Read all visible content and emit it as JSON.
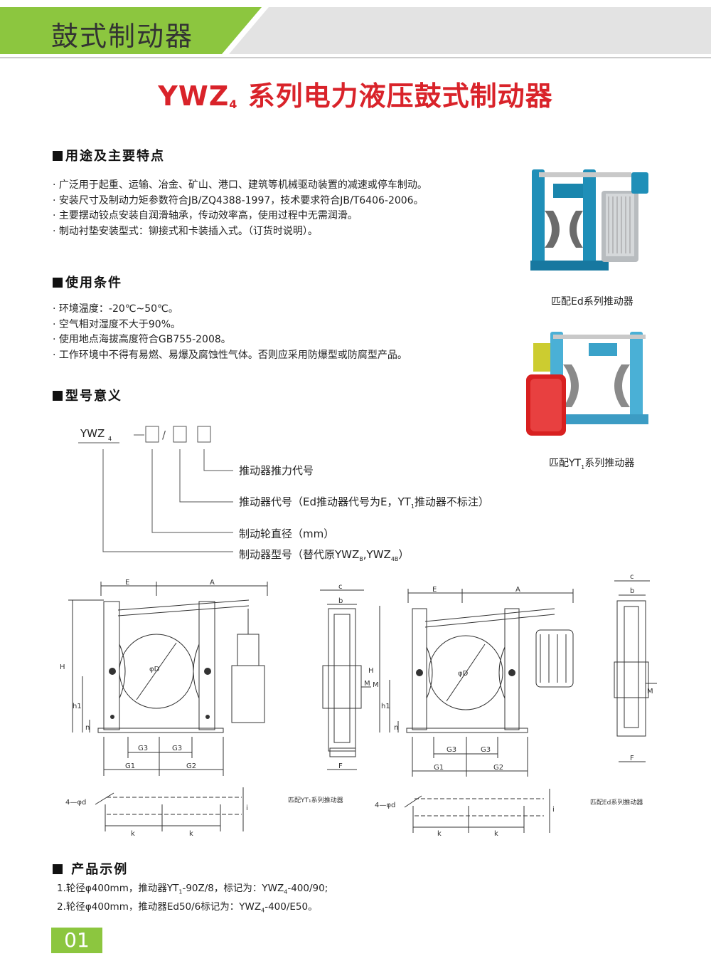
{
  "header": {
    "title": "鼓式制动器"
  },
  "main_title": {
    "text": "YWZ",
    "subscript": "4",
    "suffix": "系列电力液压鼓式制动器"
  },
  "sections": {
    "features": {
      "heading": "用途及主要特点",
      "items": [
        "· 广泛用于起重、运输、冶金、矿山、港口、建筑等机械驱动装置的减速或停车制动。",
        "· 安装尺寸及制动力矩参数符合JB/ZQ4388-1997，技术要求符合JB/T6406-2006。",
        "· 主要摆动铰点安装自润滑轴承，传动效率高，使用过程中无需润滑。",
        "· 制动衬垫安装型式：铆接式和卡装插入式。（订货时说明）。"
      ]
    },
    "conditions": {
      "heading": "使用条件",
      "items": [
        "· 环境温度：-20℃~50℃。",
        "· 空气相对湿度不大于90%。",
        "· 使用地点海拔高度符合GB755-2008。",
        "· 工作环境中不得有易燃、易爆及腐蚀性气体。否则应采用防爆型或防腐型产品。"
      ]
    },
    "model": {
      "heading": "型号意义",
      "code": "YWZ",
      "code_sub": "4",
      "dash": "—",
      "slash": "/",
      "legend": [
        "推动器推力代号",
        "推动器代号（Ed推动器代号为E，YT",
        "制动轮直径（mm）",
        "制动器型号（替代原YWZ"
      ],
      "legend_tail_1": "推动器不标注）",
      "legend_tail_1_sub": "1",
      "legend_tail_3_a": ",YWZ",
      "legend_tail_3_sub_a": "B",
      "legend_tail_3_sub_b": "4B",
      "legend_tail_3_end": "）"
    },
    "examples": {
      "heading": "产品示例",
      "items": [
        "1.轮径φ400mm，推动器YT",
        "2.轮径φ400mm，推动器Ed50/6标记为：YWZ"
      ],
      "item1_sub": "1",
      "item1_tail": "-90Z/8，标记为：YWZ",
      "item1_sub2": "4",
      "item1_end": "-400/90;",
      "item2_sub": "4",
      "item2_end": "-400/E50。"
    }
  },
  "photos": {
    "caption_ed": "匹配Ed系列推动器",
    "caption_yt_a": "匹配YT",
    "caption_yt_sub": "1",
    "caption_yt_b": "系列推动器"
  },
  "drawings": {
    "left_caption": "匹配YT₁系列推动器",
    "right_caption": "匹配Ed系列推动器",
    "labels": {
      "E": "E",
      "A": "A",
      "H": "H",
      "h1": "h1",
      "n": "n",
      "D": "φD",
      "G1": "G1",
      "G2": "G2",
      "G3": "G3",
      "c": "c",
      "b": "b",
      "F": "F",
      "M": "M",
      "k": "k",
      "i": "i",
      "hole": "4—φd"
    }
  },
  "page_number": "01",
  "colors": {
    "accent_green": "#8cc63f",
    "title_red": "#d9232a",
    "brake_blue": "#1f8fb8",
    "thruster_red": "#d82020"
  }
}
